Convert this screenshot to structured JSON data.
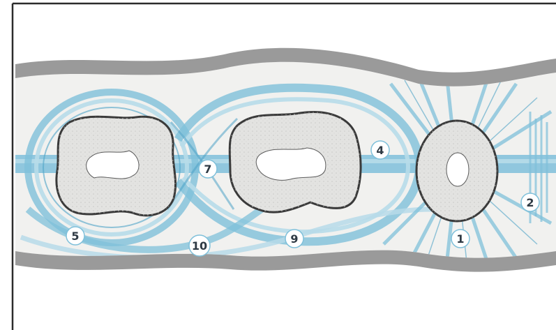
{
  "colors": {
    "frame": "#2b2b2b",
    "gingiva": "#9a9a9a",
    "band": "#f1f1ef",
    "fiber_light": "#b7dbe9",
    "fiber_mid": "#7fc0da",
    "fiber_dark": "#4fa3c7",
    "tooth_fill": "#e3e3e1",
    "tooth_stroke": "#3a3a3a",
    "pulp": "#ffffff",
    "label_bg": "#ffffff",
    "label_text": "#2f3a44"
  },
  "icons": {
    "tooth": "tooth-cross-section-icon"
  },
  "labels": {
    "l1": "1",
    "l2": "2",
    "l4": "4",
    "l5": "5",
    "l7": "7",
    "l9": "9",
    "l10": "10"
  }
}
